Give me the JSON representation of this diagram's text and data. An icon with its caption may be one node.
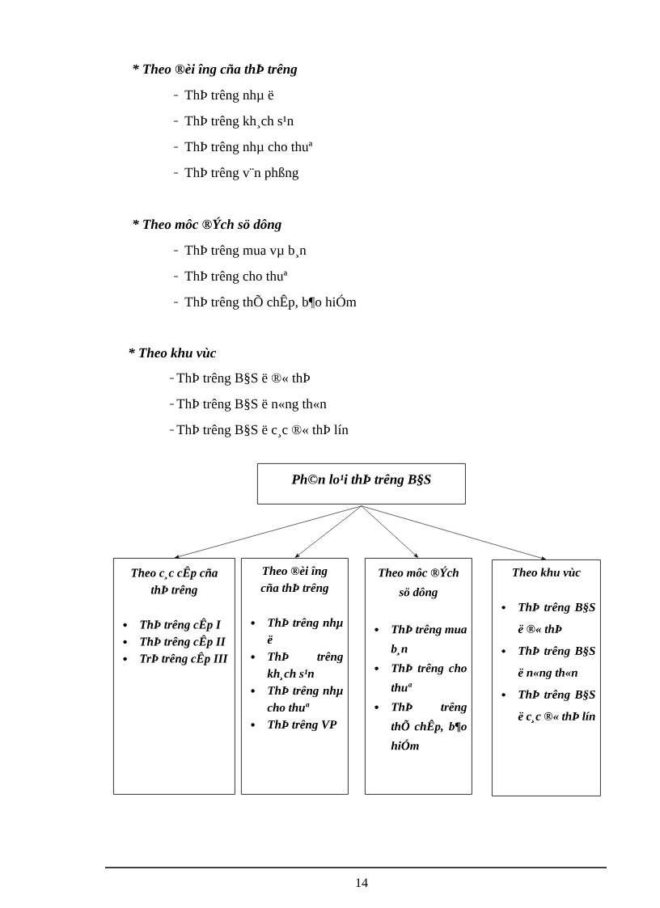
{
  "diagram": {
    "nodes": [
      {
        "text": [
          "Ph©n lo¹i thÞ trêng B§S"
        ]
      },
      {
        "text": [
          "Theo c¸c cÊp cña thÞ trêng",
          "ThÞ trêng cÊp I",
          "ThÞ trêng cÊp II",
          "TrÞ trêng cÊp III"
        ]
      },
      {
        "text": [
          "Theo ®èi îng cña thÞ trêng",
          "ThÞ trêng nhµ ë",
          "ThÞ trêng kh¸ch s¹n",
          "ThÞ trêng nhµ cho thuª",
          "ThÞ trêng VP"
        ]
      },
      {
        "text": [
          "Theo môc ®Ých sö dông",
          "ThÞ trêng mua b¸n",
          "ThÞ trêng cho thuª",
          "ThÞ trêng thÕ chÊp, b¶o hiÓm"
        ]
      },
      {
        "text": [
          "Theo khu vùc",
          "ThÞ trêng B§S ë ®« thÞ",
          "ThÞ trêng B§S ë n«ng th«n",
          "ThÞ trêng B§S ë c¸c ®« thÞ lín"
        ]
      }
    ],
    "edges": [
      {
        "from": 0,
        "to": 1,
        "arrow": "to"
      },
      {
        "from": 0,
        "to": 2,
        "arrow": "to"
      },
      {
        "from": 0,
        "to": 3,
        "arrow": "to"
      },
      {
        "from": 0,
        "to": 4,
        "arrow": "to"
      }
    ],
    "labels": [
      "* Theo ®èi îng cña thÞ trêng",
      "ThÞ trêng nhµ ë",
      "ThÞ trêng kh¸ch s¹n",
      "ThÞ trêng nhµ cho thuª",
      "ThÞ trêng v¨n phßng",
      "* Theo môc ®Ých sö dông",
      "ThÞ trêng mua vµ b¸n",
      "ThÞ trêng cho thuª",
      "ThÞ trêng thÕ chÊp, b¶o hiÓm",
      "* Theo khu vùc",
      "ThÞ trêng B§S ë ®« thÞ",
      "ThÞ trêng B§S ë n«ng th«n",
      "ThÞ trêng B§S ë c¸c ®« thÞ lín",
      "14"
    ]
  }
}
